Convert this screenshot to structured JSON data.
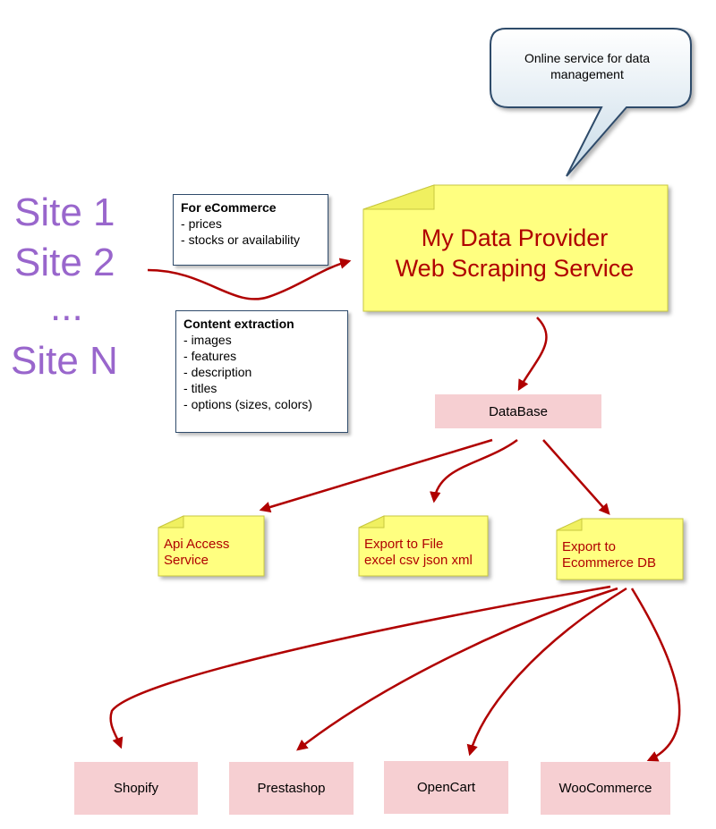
{
  "sources": {
    "site1": "Site 1",
    "site2": "Site 2",
    "dots": "...",
    "siteN": "Site N"
  },
  "ecommerce_note": {
    "title": "For eCommerce",
    "items": [
      "prices",
      "stocks or availability"
    ]
  },
  "content_note": {
    "title": "Content extraction",
    "items": [
      "images",
      "features",
      "description",
      "titles",
      "options (sizes, colors)"
    ]
  },
  "callout": {
    "line1": "Online service for data",
    "line2": "management"
  },
  "main_service": {
    "line1": "My Data Provider",
    "line2": "Web Scraping Service"
  },
  "database": "DataBase",
  "outputs": {
    "api": {
      "line1": "Api Access",
      "line2": "Service"
    },
    "file": {
      "line1": "Export to File",
      "line2": "excel csv json xml"
    },
    "ecom": {
      "line1": "Export to",
      "line2": "Ecommerce DB"
    }
  },
  "platforms": [
    "Shopify",
    "Prestashop",
    "OpenCart",
    "WooCommerce"
  ],
  "colors": {
    "site_text": "#9966cc",
    "arrow": "#b00000",
    "note_fill": "#ffff80",
    "pink": "#f6cfd2",
    "main_text": "#b00000"
  }
}
